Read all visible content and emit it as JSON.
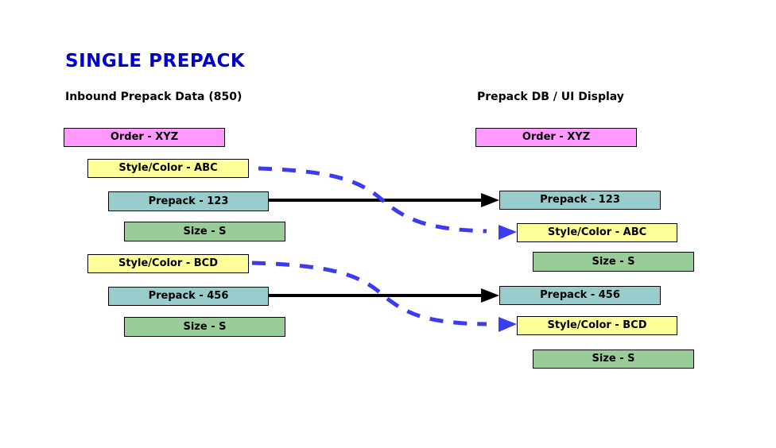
{
  "title": "SINGLE PREPACK",
  "columns": {
    "left": {
      "header": "Inbound Prepack Data (850)",
      "boxes": [
        {
          "label": "Order - XYZ",
          "type": "order"
        },
        {
          "label": "Style/Color - ABC",
          "type": "style-color"
        },
        {
          "label": "Prepack - 123",
          "type": "prepack"
        },
        {
          "label": "Size - S",
          "type": "size"
        },
        {
          "label": "Style/Color - BCD",
          "type": "style-color"
        },
        {
          "label": "Prepack - 456",
          "type": "prepack"
        },
        {
          "label": "Size - S",
          "type": "size"
        }
      ]
    },
    "right": {
      "header": "Prepack DB / UI Display",
      "boxes": [
        {
          "label": "Order - XYZ",
          "type": "order"
        },
        {
          "label": "Prepack - 123",
          "type": "prepack"
        },
        {
          "label": "Style/Color - ABC",
          "type": "style-color"
        },
        {
          "label": "Size - S",
          "type": "size"
        },
        {
          "label": "Prepack - 456",
          "type": "prepack"
        },
        {
          "label": "Style/Color - BCD",
          "type": "style-color"
        },
        {
          "label": "Size - S",
          "type": "size"
        }
      ]
    }
  },
  "connections": [
    {
      "from": "Prepack - 123 (left)",
      "to": "Prepack - 123 (right)",
      "style": "solid-black-arrow"
    },
    {
      "from": "Style/Color - ABC (left)",
      "to": "Style/Color - ABC (right)",
      "style": "dashed-blue-arrow"
    },
    {
      "from": "Prepack - 456 (left)",
      "to": "Prepack - 456 (right)",
      "style": "solid-black-arrow"
    },
    {
      "from": "Style/Color - BCD (left)",
      "to": "Style/Color - BCD (right)",
      "style": "dashed-blue-arrow"
    }
  ],
  "colors": {
    "title_blue": "#0000CC",
    "order_pink": "#FF99FF",
    "style_yellow": "#FFFF99",
    "prepack_teal": "#99CCCC",
    "size_green": "#99CC99",
    "dashed_arrow_blue": "#3B3BF0",
    "solid_arrow_black": "#000000",
    "background": "#FFFFFF"
  }
}
